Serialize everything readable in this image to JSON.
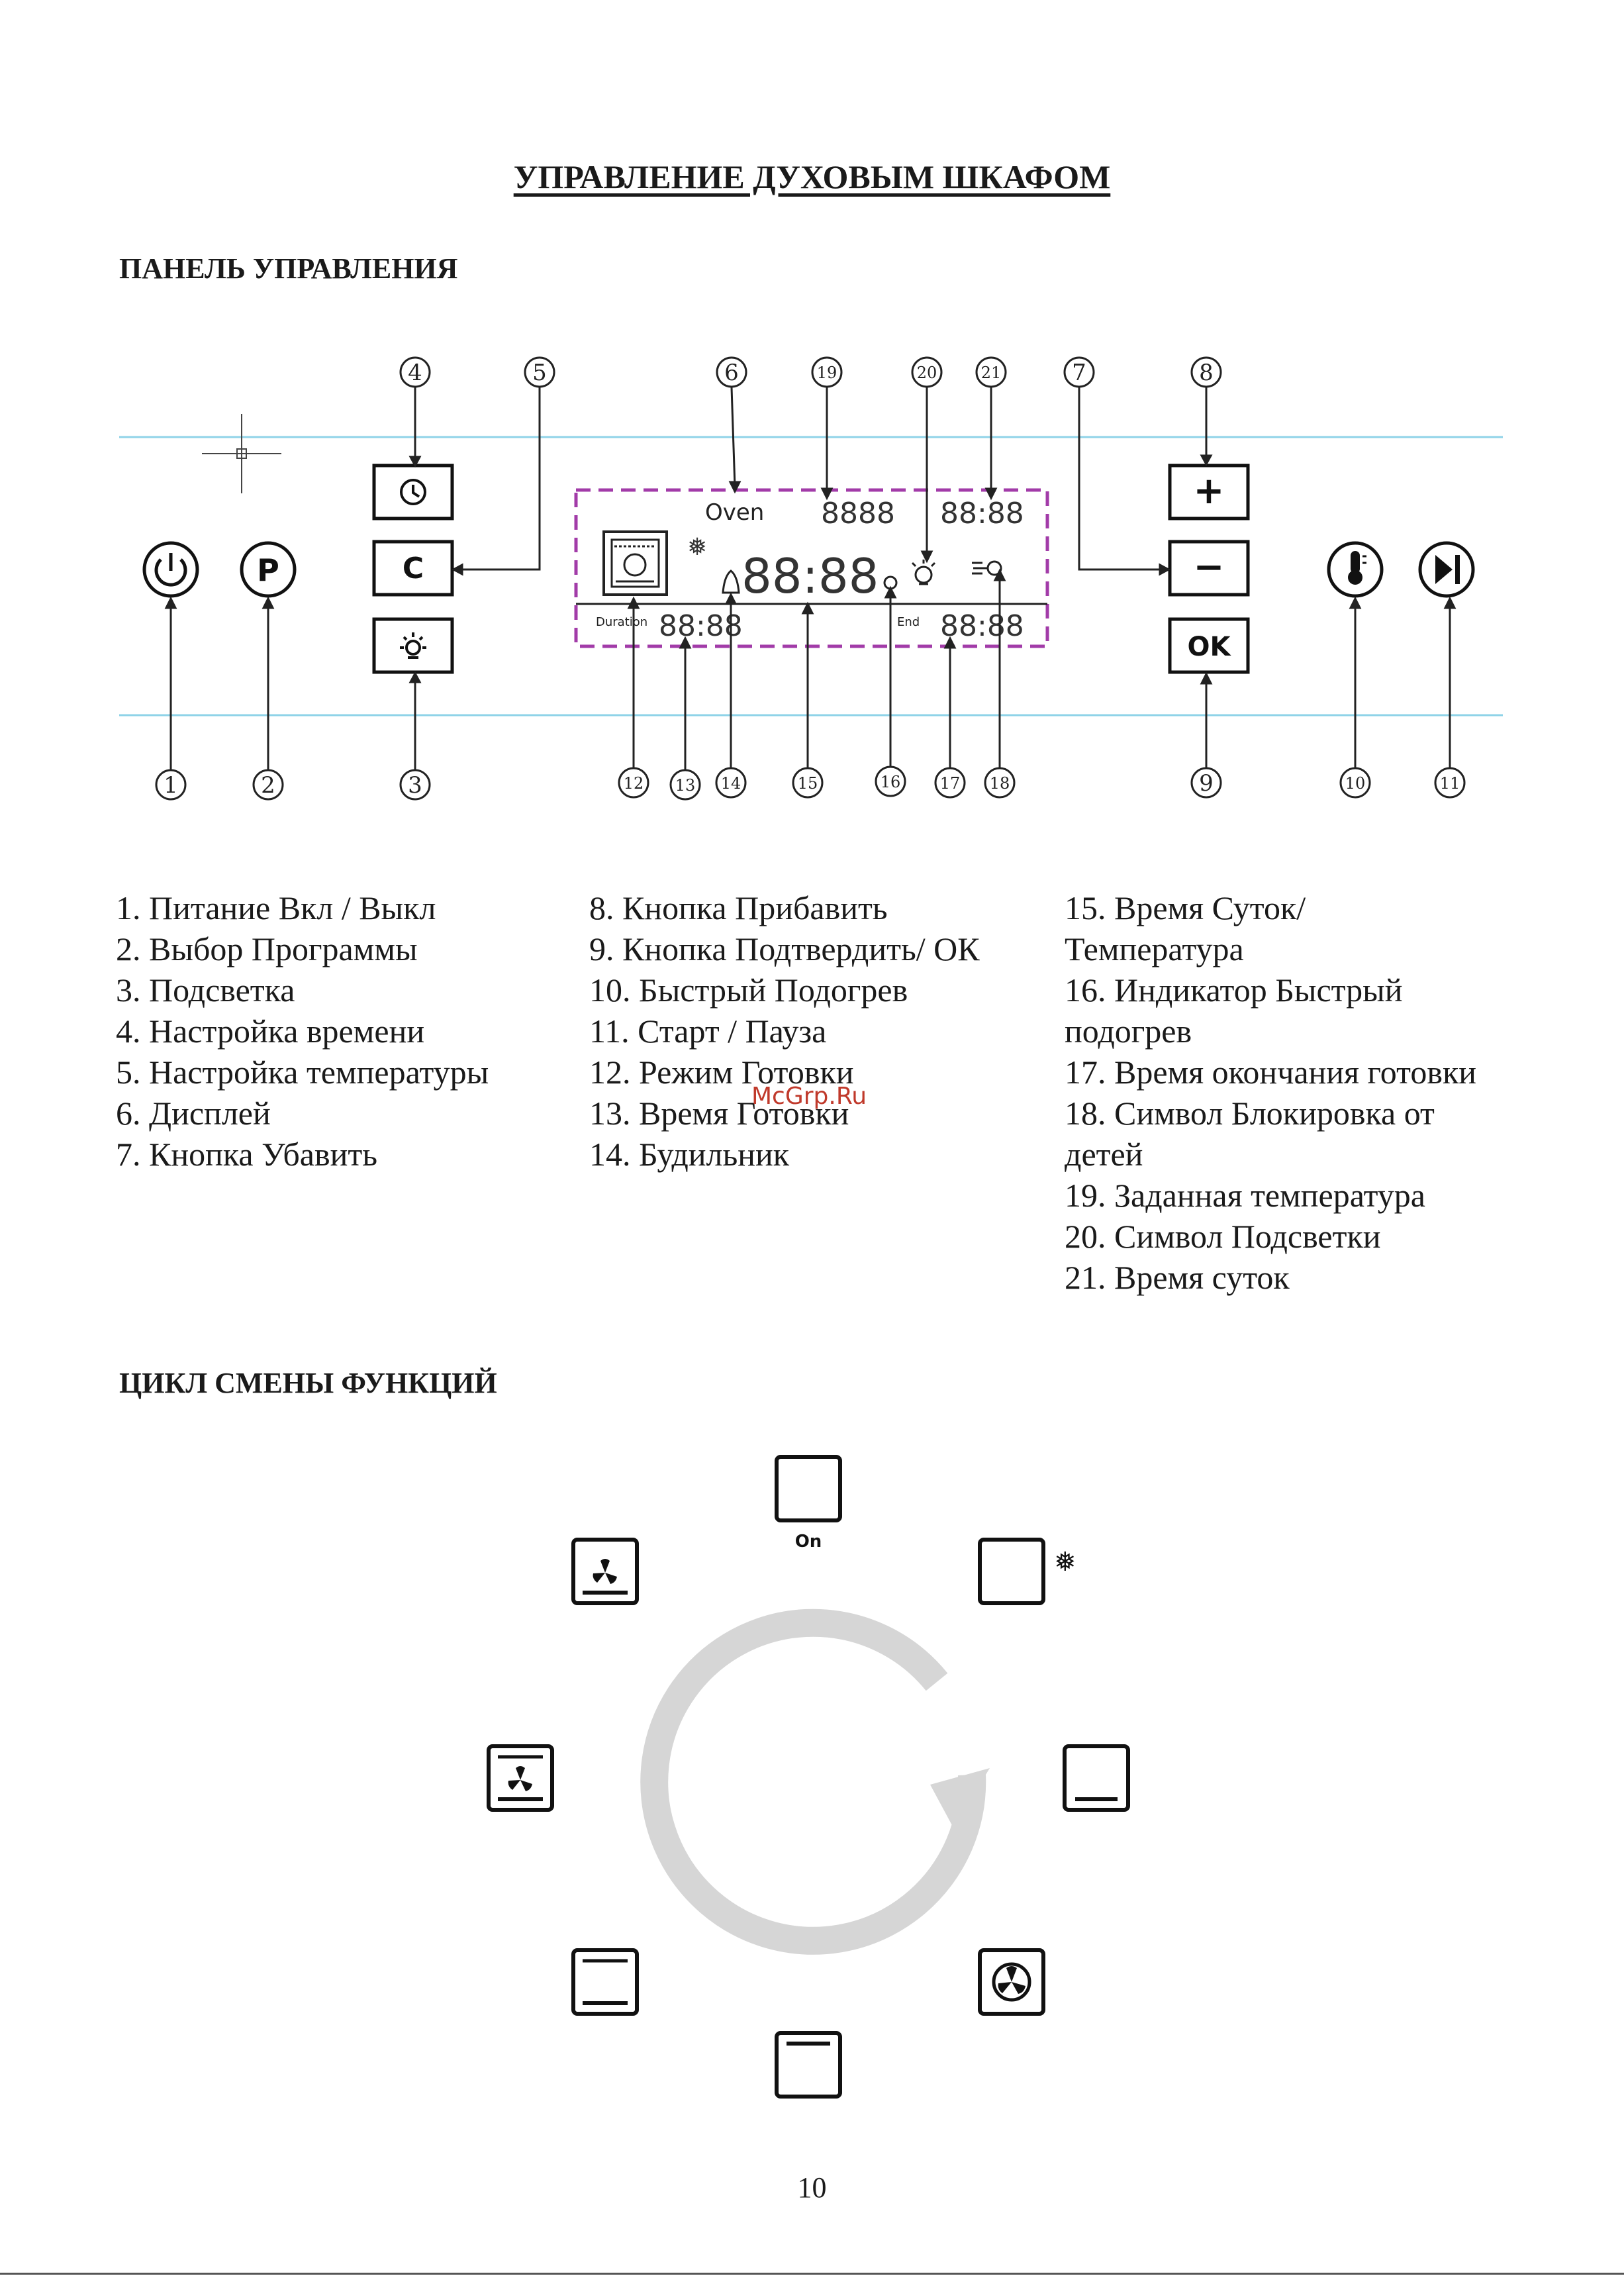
{
  "doc": {
    "title": "УПРАВЛЕНИЕ ДУХОВЫМ ШКАФОМ",
    "section_panel": "ПАНЕЛЬ УПРАВЛЕНИЯ",
    "section_cycle": "ЦИКЛ СМЕНЫ ФУНКЦИЙ",
    "page_number": "10",
    "watermark": "McGrp.Ru"
  },
  "panel": {
    "callouts": [
      "4",
      "5",
      "6",
      "19",
      "20",
      "21",
      "7",
      "8",
      "1",
      "2",
      "3",
      "12",
      "13",
      "14",
      "15",
      "16",
      "17",
      "18",
      "9",
      "10",
      "11"
    ],
    "buttons": {
      "program": "P",
      "temp": "C",
      "plus": "+",
      "minus": "−",
      "ok": "OK"
    },
    "display": {
      "oven_label": "Oven",
      "temp_digits": "8888",
      "clock_digits": "88:88",
      "main_digits": "88:88",
      "duration_label": "Duration",
      "duration_digits": "88:88",
      "end_label": "End",
      "end_digits": "88:88"
    }
  },
  "legend": {
    "col1": [
      "1. Питание Вкл / Выкл",
      "2. Выбор Программы",
      "3. Подсветка",
      "4. Настройка времени",
      "5. Настройка температуры",
      "6. Дисплей",
      "7. Кнопка Убавить"
    ],
    "col2": [
      "8. Кнопка Прибавить",
      "9. Кнопка Подтвердить/ ОК",
      "10. Быстрый Подогрев",
      "11. Старт / Пауза",
      "12. Режим Готовки",
      "13. Время Готовки",
      "14. Будильник"
    ],
    "col3": [
      "15. Время Суток/",
      "Температура",
      "16. Индикатор Быстрый",
      "подогрев",
      "17. Время окончания готовки",
      "18. Символ Блокировка от",
      "детей",
      "19. Заданная температура",
      "20. Символ Подсветки",
      "21. Время суток"
    ]
  },
  "cycle": {
    "on_label": "On",
    "icons": [
      "blank-oven-icon",
      "defrost-icon",
      "bottom-heat-icon",
      "fan-oven-icon",
      "top-heat-icon",
      "top-bottom-heat-icon",
      "grill-fan-icon",
      "bottom-fan-icon"
    ]
  }
}
